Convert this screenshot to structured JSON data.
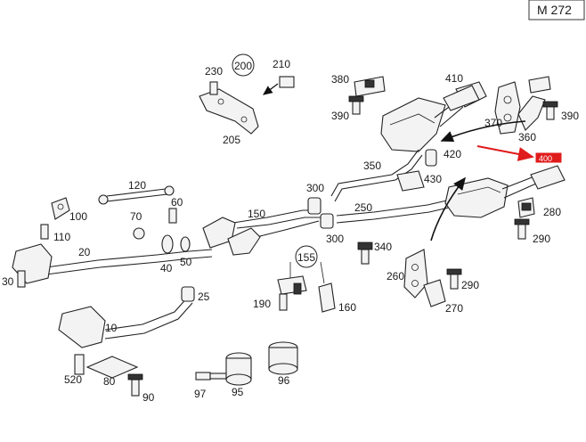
{
  "header": {
    "model_code": "M 272"
  },
  "callouts": {
    "c10": "10",
    "c20": "20",
    "c25": "25",
    "c30": "30",
    "c40": "40",
    "c50": "50",
    "c60": "60",
    "c70": "70",
    "c80": "80",
    "c90": "90",
    "c95": "95",
    "c96": "96",
    "c97": "97",
    "c100": "100",
    "c110": "110",
    "c120": "120",
    "c150": "150",
    "c155": "155",
    "c160": "160",
    "c190": "190",
    "c200": "200",
    "c205": "205",
    "c210": "210",
    "c230": "230",
    "c250": "250",
    "c260": "260",
    "c270": "270",
    "c280": "280",
    "c290a": "290",
    "c290b": "290",
    "c300a": "300",
    "c300b": "300",
    "c340": "340",
    "c350": "350",
    "c360": "360",
    "c370": "370",
    "c380": "380",
    "c390a": "390",
    "c390b": "390",
    "c410": "410",
    "c420": "420",
    "c430": "430",
    "c520": "520"
  },
  "highlight": {
    "label": "400",
    "color": "#e01b1b"
  },
  "colors": {
    "line": "#222222",
    "part_fill": "#f3f3f3",
    "accent": "#e01b1b"
  }
}
